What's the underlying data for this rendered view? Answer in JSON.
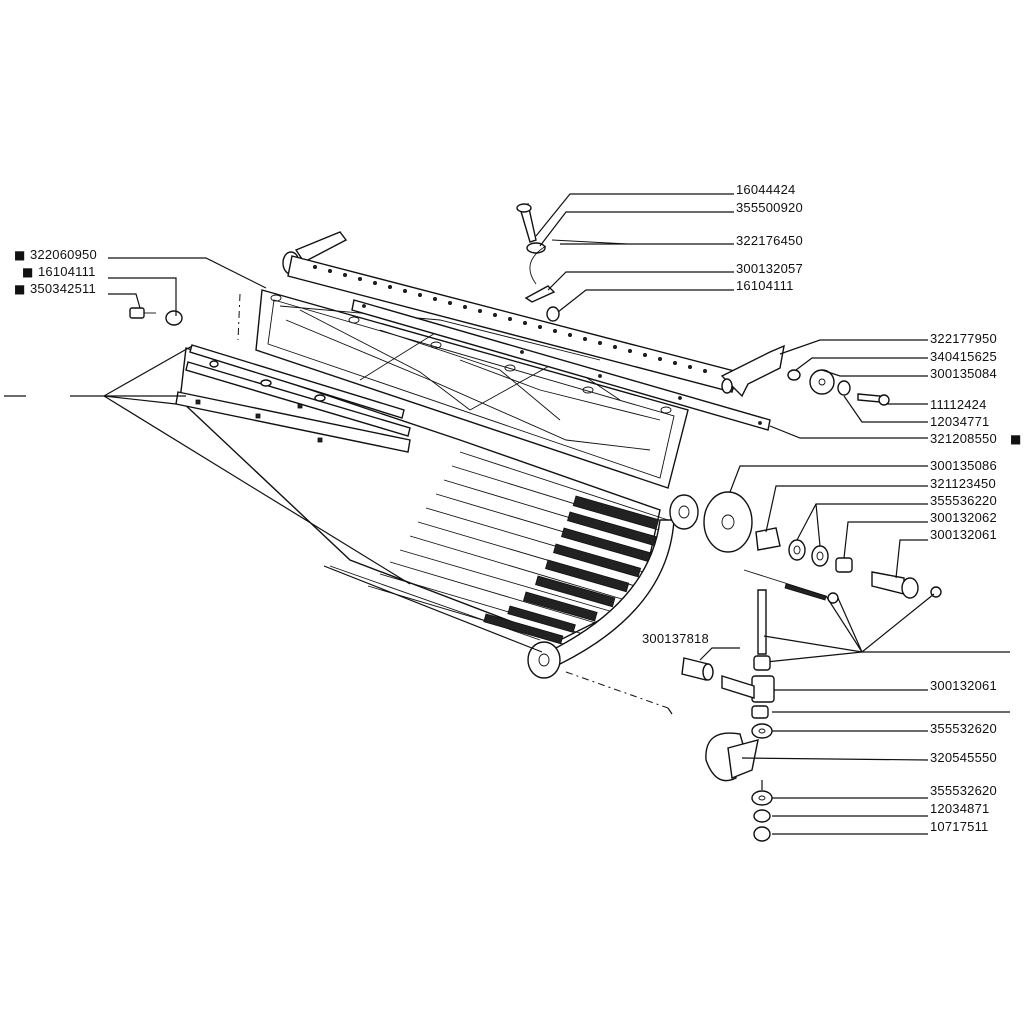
{
  "diagram": {
    "labels": {
      "l16044424": "16044424",
      "l355500920": "355500920",
      "l322176450": "322176450",
      "l300132057": "300132057",
      "l16104111_top": "16104111",
      "l322060950": "322060950",
      "l16104111_left": "16104111",
      "l350342511": "350342511",
      "l322177950": "322177950",
      "l340415625": "340415625",
      "l300135084": "300135084",
      "l11112424": "11112424",
      "l12034771": "12034771",
      "l321208550": "321208550",
      "l300135086": "300135086",
      "l321123450": "321123450",
      "l355536220": "355536220",
      "l300132062": "300132062",
      "l300132061_a": "300132061",
      "l300137818": "300137818",
      "l300132061_b": "300132061",
      "l355532620_a": "355532620",
      "l320545550": "320545550",
      "l355532620_b": "355532620",
      "l12034871": "12034871",
      "l10717511": "10717511"
    },
    "marker_symbol": "■"
  }
}
